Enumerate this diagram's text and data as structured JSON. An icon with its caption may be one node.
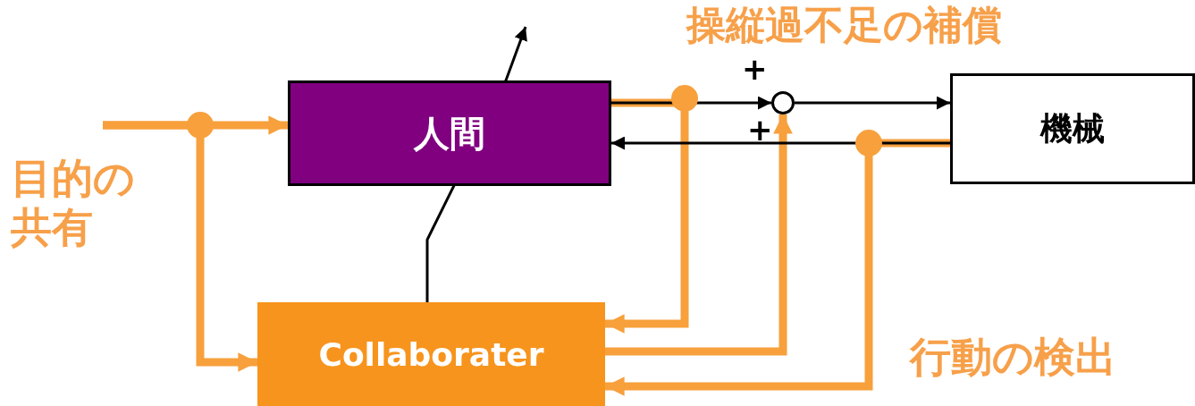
{
  "diagram": {
    "nodes": [
      {
        "text": [
          "人間"
        ]
      },
      {
        "text": [
          "機械"
        ]
      },
      {
        "text": [
          "Collaborater"
        ]
      },
      {
        "text": [],
        "shape": "circle",
        "beside": [
          "+",
          "+"
        ]
      }
    ],
    "edges": [
      {
        "from": null,
        "to": 0,
        "arrow": "to"
      },
      {
        "from": null,
        "to": 2,
        "arrow": "to"
      },
      {
        "from": 0,
        "to": 3,
        "arrow": "to",
        "color": "#000000"
      },
      {
        "from": 0,
        "to": 2,
        "arrow": "to"
      },
      {
        "from": 2,
        "to": 3,
        "arrow": "to"
      },
      {
        "from": 3,
        "to": 1,
        "arrow": "to",
        "color": "#000000"
      },
      {
        "from": 1,
        "to": 0,
        "arrow": "to",
        "color": "#000000"
      },
      {
        "from": 1,
        "to": 2,
        "arrow": "to"
      },
      {
        "from": 2,
        "to": 0,
        "arrow": "to",
        "color": "#000000"
      }
    ],
    "labels": [
      "操縦過不足の補償",
      "目的の共有",
      "行動の検出"
    ]
  }
}
